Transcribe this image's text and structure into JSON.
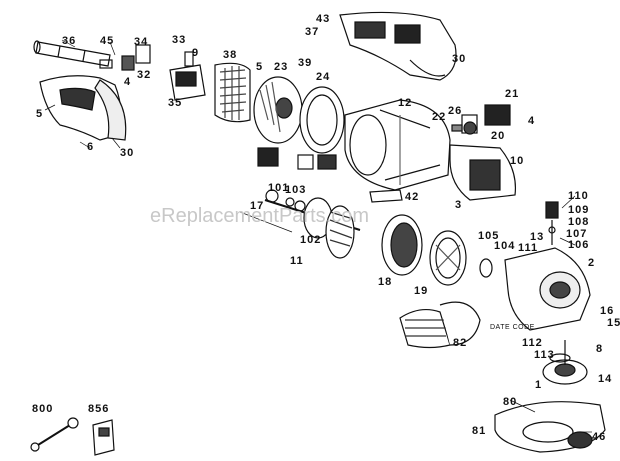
{
  "watermark": "eReplacementParts.com",
  "date_code_label": "DATE CODE",
  "callouts": {
    "c1": "1",
    "c2": "2",
    "c3": "3",
    "c4a": "4",
    "c4b": "4",
    "c5a": "5",
    "c5b": "5",
    "c6": "6",
    "c8": "8",
    "c9": "9",
    "c10": "10",
    "c11": "11",
    "c12": "12",
    "c13": "13",
    "c14": "14",
    "c15": "15",
    "c16": "16",
    "c17": "17",
    "c18": "18",
    "c19": "19",
    "c20": "20",
    "c21": "21",
    "c22": "22",
    "c23": "23",
    "c24": "24",
    "c26": "26",
    "c30a": "30",
    "c30b": "30",
    "c32": "32",
    "c33": "33",
    "c34": "34",
    "c35": "35",
    "c36": "36",
    "c37": "37",
    "c38": "38",
    "c39": "39",
    "c42": "42",
    "c43": "43",
    "c45": "45",
    "c46": "46",
    "c80": "80",
    "c81": "81",
    "c82": "82",
    "c101": "101",
    "c102": "102",
    "c103": "103",
    "c104": "104",
    "c105": "105",
    "c106": "106",
    "c107": "107",
    "c108": "108",
    "c109": "109",
    "c110": "110",
    "c111": "111",
    "c112": "112",
    "c113": "113",
    "c800": "800",
    "c856": "856"
  }
}
